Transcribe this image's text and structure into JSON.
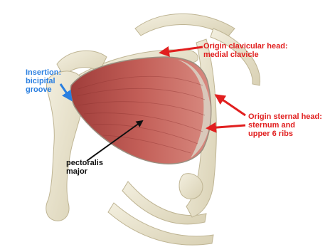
{
  "labels": {
    "insertion": "Insertion:\nbicipital\ngroove",
    "clavicular": "Origin clavicular head:\nmedial clavicle",
    "sternal": "Origin sternal head:\nsternum and\nupper 6 ribs",
    "muscle": "pectoralis\nmajor"
  },
  "colors": {
    "origin_arrow": "#e11f1f",
    "insertion_arrow": "#2a7fe0",
    "pointer_arrow": "#111111",
    "muscle": "#b8524c",
    "bone": "#e9e3cc"
  }
}
